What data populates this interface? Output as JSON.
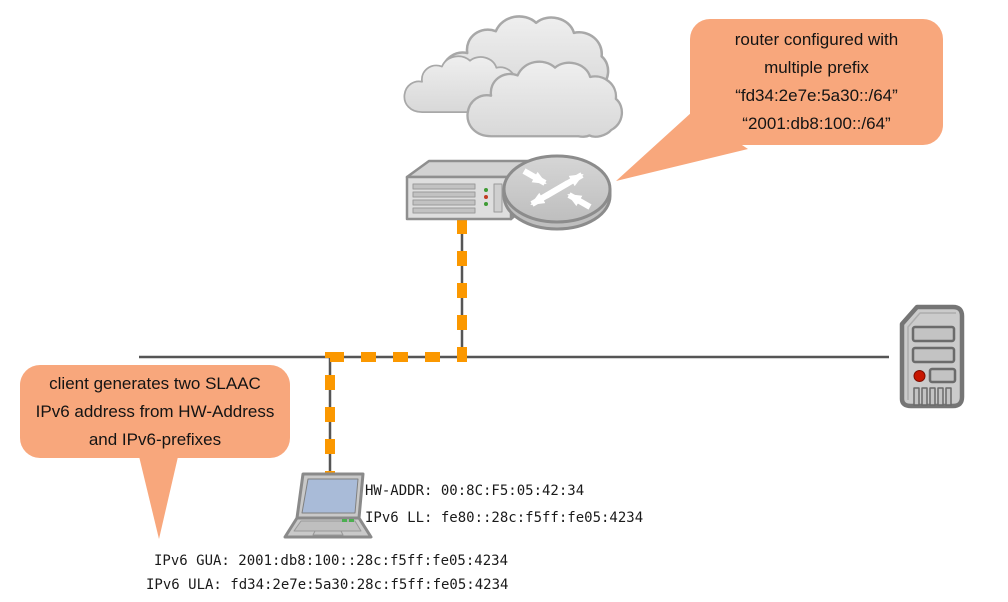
{
  "callouts": {
    "router": {
      "lines": [
        "router configured with",
        "multiple prefix",
        "“fd34:2e7e:5a30::/64”",
        "“2001:db8:100::/64”"
      ]
    },
    "client": {
      "lines": [
        "client generates two SLAAC",
        "IPv6 address from HW-Address",
        "and IPv6-prefixes"
      ]
    }
  },
  "client_info": {
    "hw_addr": "HW-ADDR: 00:8C:F5:05:42:34",
    "ipv6_ll": "IPv6 LL: fe80::28c:f5ff:fe05:4234"
  },
  "slaac_addresses": {
    "gua": "IPv6 GUA: 2001:db8:100::28c:f5ff:fe05:4234",
    "ula": "IPv6 ULA: fd34:2e7e:5a30:28c:f5ff:fe05:4234"
  },
  "icons": {
    "cloud": "internet-cloud",
    "router": "router-with-switch",
    "client": "laptop-client",
    "server": "server-tower"
  },
  "colors": {
    "callout_fill": "#F8A77C",
    "slaac_path_dash": "#FB9800",
    "link_line": "#555555",
    "laptop_screen": "#A9BBD8",
    "power_led": "#C81600"
  }
}
